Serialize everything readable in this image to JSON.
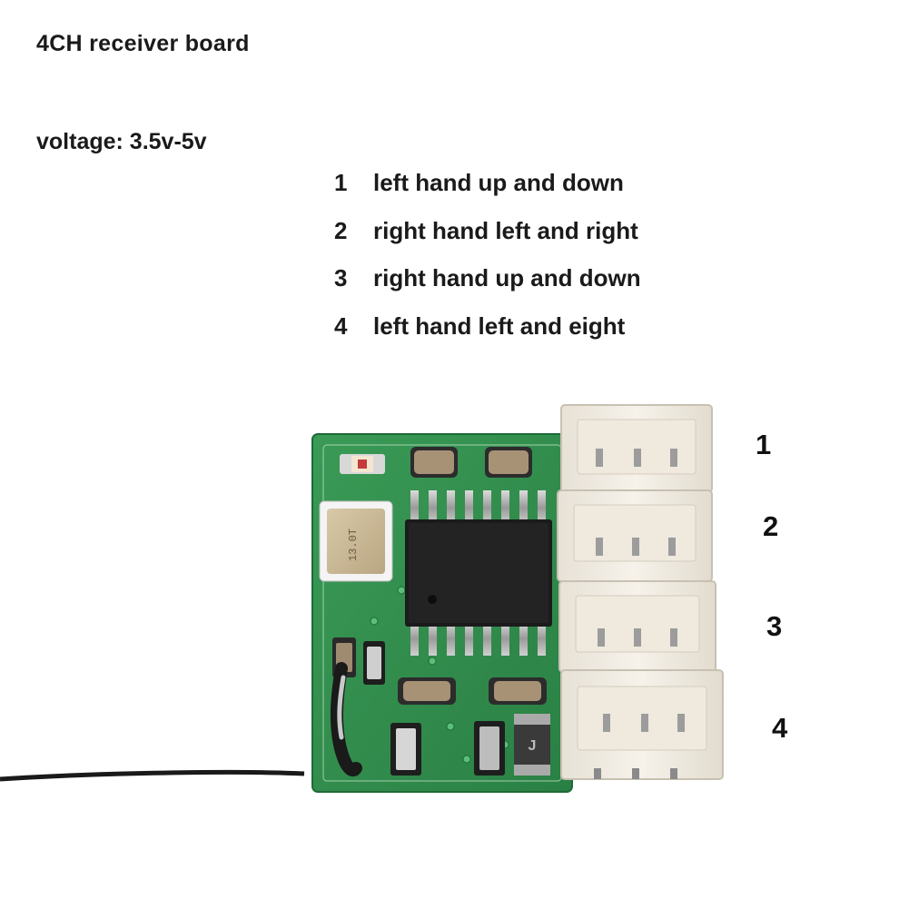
{
  "title": "4CH receiver board",
  "voltage": "voltage: 3.5v-5v",
  "channels": [
    {
      "num": "1",
      "label": "left hand up and down"
    },
    {
      "num": "2",
      "label": "right hand left and right"
    },
    {
      "num": "3",
      "label": "right hand up and down"
    },
    {
      "num": "4",
      "label": "left hand left and eight"
    }
  ],
  "ports": [
    "1",
    "2",
    "3",
    "4"
  ],
  "photo": {
    "crystal_marking": "13.0T",
    "diode_marking": "J",
    "colors": {
      "pcb": "#2d8c4a",
      "chip": "#1b1b1b",
      "connector": "#f2ede4",
      "wire": "#1a1a1a"
    }
  }
}
